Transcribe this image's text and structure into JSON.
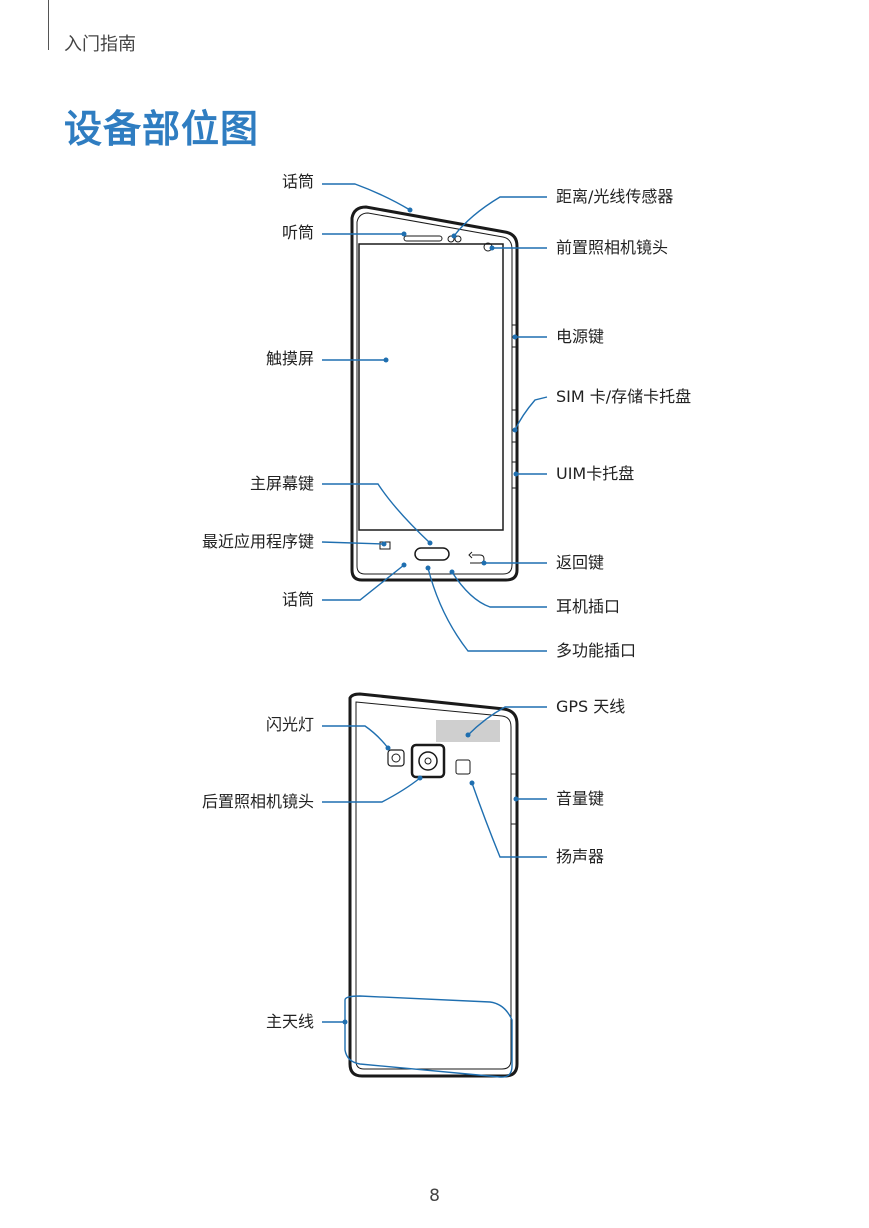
{
  "header": {
    "section": "入门指南"
  },
  "title": "设备部位图",
  "front": {
    "labels_left": {
      "mic_top": "话筒",
      "earpiece": "听筒",
      "touchscreen": "触摸屏",
      "home_key": "主屏幕键",
      "recent_apps_key": "最近应用程序键",
      "mic_bottom": "话筒"
    },
    "labels_right": {
      "proximity_sensor": "距离/光线传感器",
      "front_camera": "前置照相机镜头",
      "power_key": "电源键",
      "sim_tray": "SIM 卡/存储卡托盘",
      "uim_tray": "UIM卡托盘",
      "back_key": "返回键",
      "headset_jack": "耳机插口",
      "multipurpose_jack": "多功能插口"
    }
  },
  "back": {
    "labels_left": {
      "flash": "闪光灯",
      "rear_camera": "后置照相机镜头",
      "main_antenna": "主天线"
    },
    "labels_right": {
      "gps_antenna": "GPS 天线",
      "volume_key": "音量键",
      "speaker": "扬声器"
    }
  },
  "page_number": "8",
  "colors": {
    "accent": "#2f7dc1",
    "leader": "#1f6fb0",
    "outline": "#1a1a1a"
  }
}
